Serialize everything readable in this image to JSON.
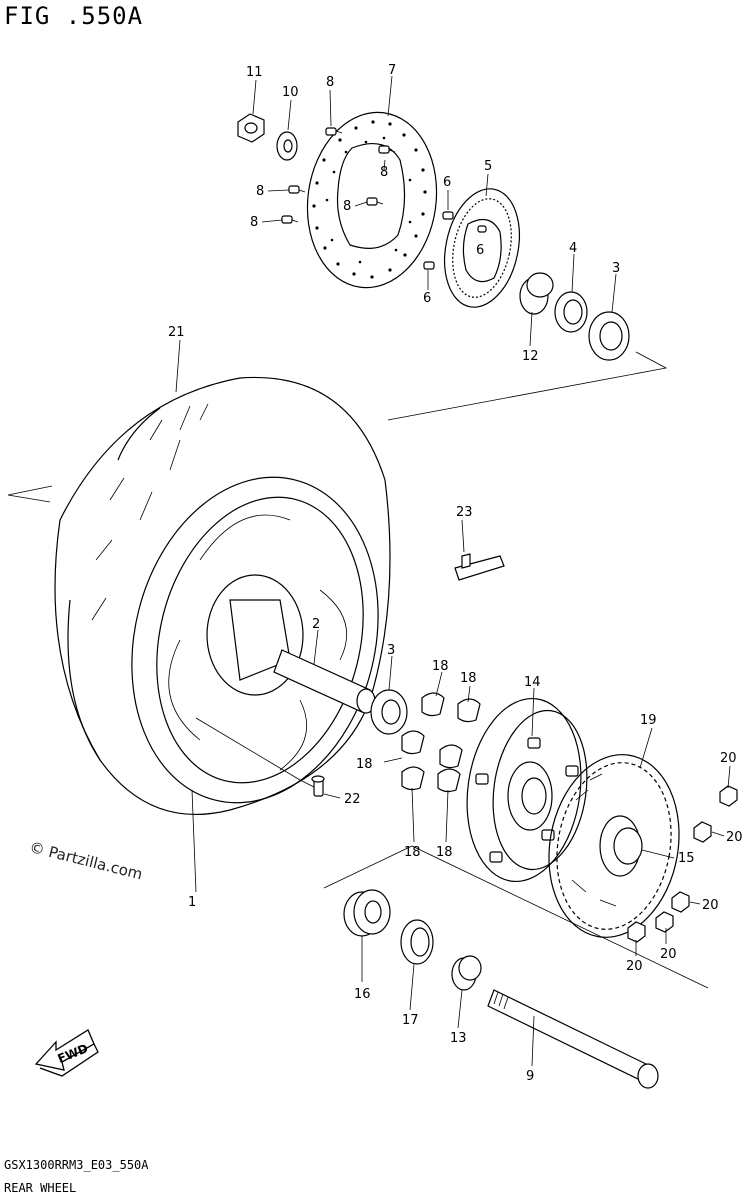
{
  "title": "FIG .550A",
  "model_code": "GSX1300RRM3_E03_550A",
  "caption": "REAR WHEEL",
  "watermark": "© Partzilla.com",
  "fwd_label": "FWD",
  "callouts": {
    "p1": "1",
    "p2": "2",
    "p3a": "3",
    "p3b": "3",
    "p4": "4",
    "p5": "5",
    "p6a": "6",
    "p6b": "6",
    "p6c": "6",
    "p7": "7",
    "p8a": "8",
    "p8b": "8",
    "p8c": "8",
    "p8d": "8",
    "p8e": "8",
    "p9": "9",
    "p10": "10",
    "p11": "11",
    "p12": "12",
    "p13": "13",
    "p14": "14",
    "p15": "15",
    "p16": "16",
    "p17": "17",
    "p18a": "18",
    "p18b": "18",
    "p18c": "18",
    "p18d": "18",
    "p18e": "18",
    "p19": "19",
    "p20a": "20",
    "p20b": "20",
    "p20c": "20",
    "p20d": "20",
    "p20e": "20",
    "p21": "21",
    "p22": "22",
    "p23": "23"
  }
}
